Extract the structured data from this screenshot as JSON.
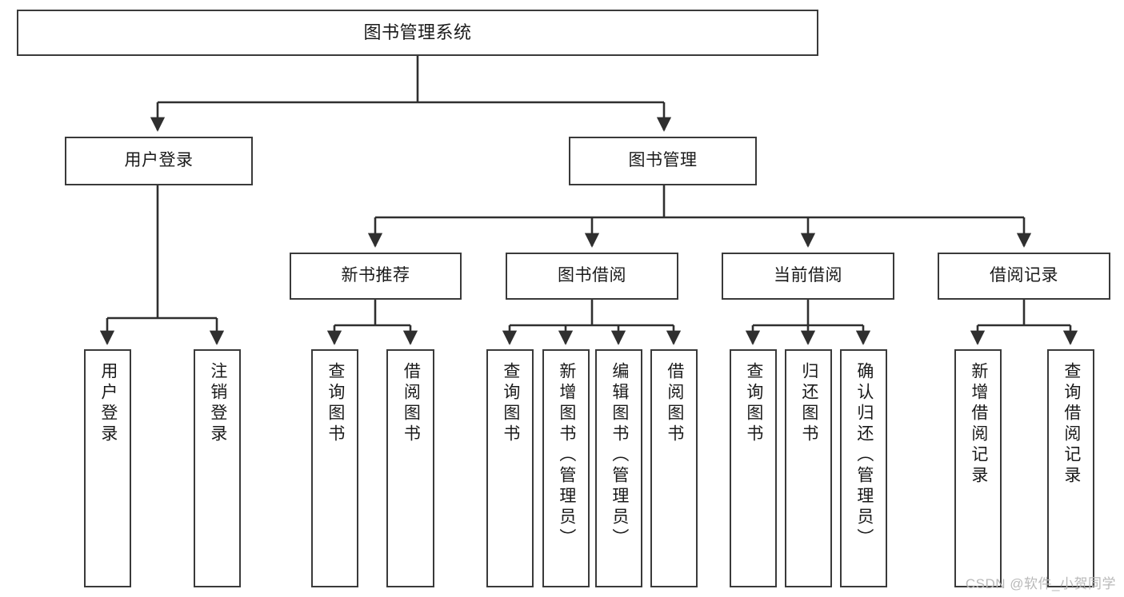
{
  "diagram": {
    "type": "tree-hierarchy",
    "title": "图书管理系统",
    "orientation": "top-down",
    "watermark": "CSDN @软件_小贺同学",
    "colors": {
      "border": "#3a3a3a",
      "fill": "#ffffff",
      "connector": "#2f2f2f",
      "text": "#1a1a1a",
      "watermark": "#b9b9b9"
    },
    "root": {
      "id": "root",
      "label": "图书管理系统"
    },
    "level2": [
      {
        "id": "user-login",
        "label": "用户登录"
      },
      {
        "id": "book-manage",
        "label": "图书管理"
      }
    ],
    "level3": [
      {
        "id": "new-book-rec",
        "label": "新书推荐",
        "parent": "book-manage"
      },
      {
        "id": "book-borrow",
        "label": "图书借阅",
        "parent": "book-manage"
      },
      {
        "id": "current-borrow",
        "label": "当前借阅",
        "parent": "book-manage"
      },
      {
        "id": "borrow-record",
        "label": "借阅记录",
        "parent": "book-manage"
      }
    ],
    "leaves": [
      {
        "id": "leaf-user-login",
        "label": "用户登录",
        "parent": "user-login"
      },
      {
        "id": "leaf-logout",
        "label": "注销登录",
        "parent": "user-login"
      },
      {
        "id": "leaf-query-book-1",
        "label": "查询图书",
        "parent": "new-book-rec"
      },
      {
        "id": "leaf-borrow-book-1",
        "label": "借阅图书",
        "parent": "new-book-rec"
      },
      {
        "id": "leaf-query-book-2",
        "label": "查询图书",
        "parent": "book-borrow"
      },
      {
        "id": "leaf-add-book",
        "label": "新增图书（管理员）",
        "parent": "book-borrow"
      },
      {
        "id": "leaf-edit-book",
        "label": "编辑图书（管理员）",
        "parent": "book-borrow"
      },
      {
        "id": "leaf-borrow-book-2",
        "label": "借阅图书",
        "parent": "book-borrow"
      },
      {
        "id": "leaf-query-book-3",
        "label": "查询图书",
        "parent": "current-borrow"
      },
      {
        "id": "leaf-return-book",
        "label": "归还图书",
        "parent": "current-borrow"
      },
      {
        "id": "leaf-confirm-return",
        "label": "确认归还（管理员）",
        "parent": "current-borrow"
      },
      {
        "id": "leaf-add-record",
        "label": "新增借阅记录",
        "parent": "borrow-record"
      },
      {
        "id": "leaf-query-record",
        "label": "查询借阅记录",
        "parent": "borrow-record"
      }
    ]
  }
}
